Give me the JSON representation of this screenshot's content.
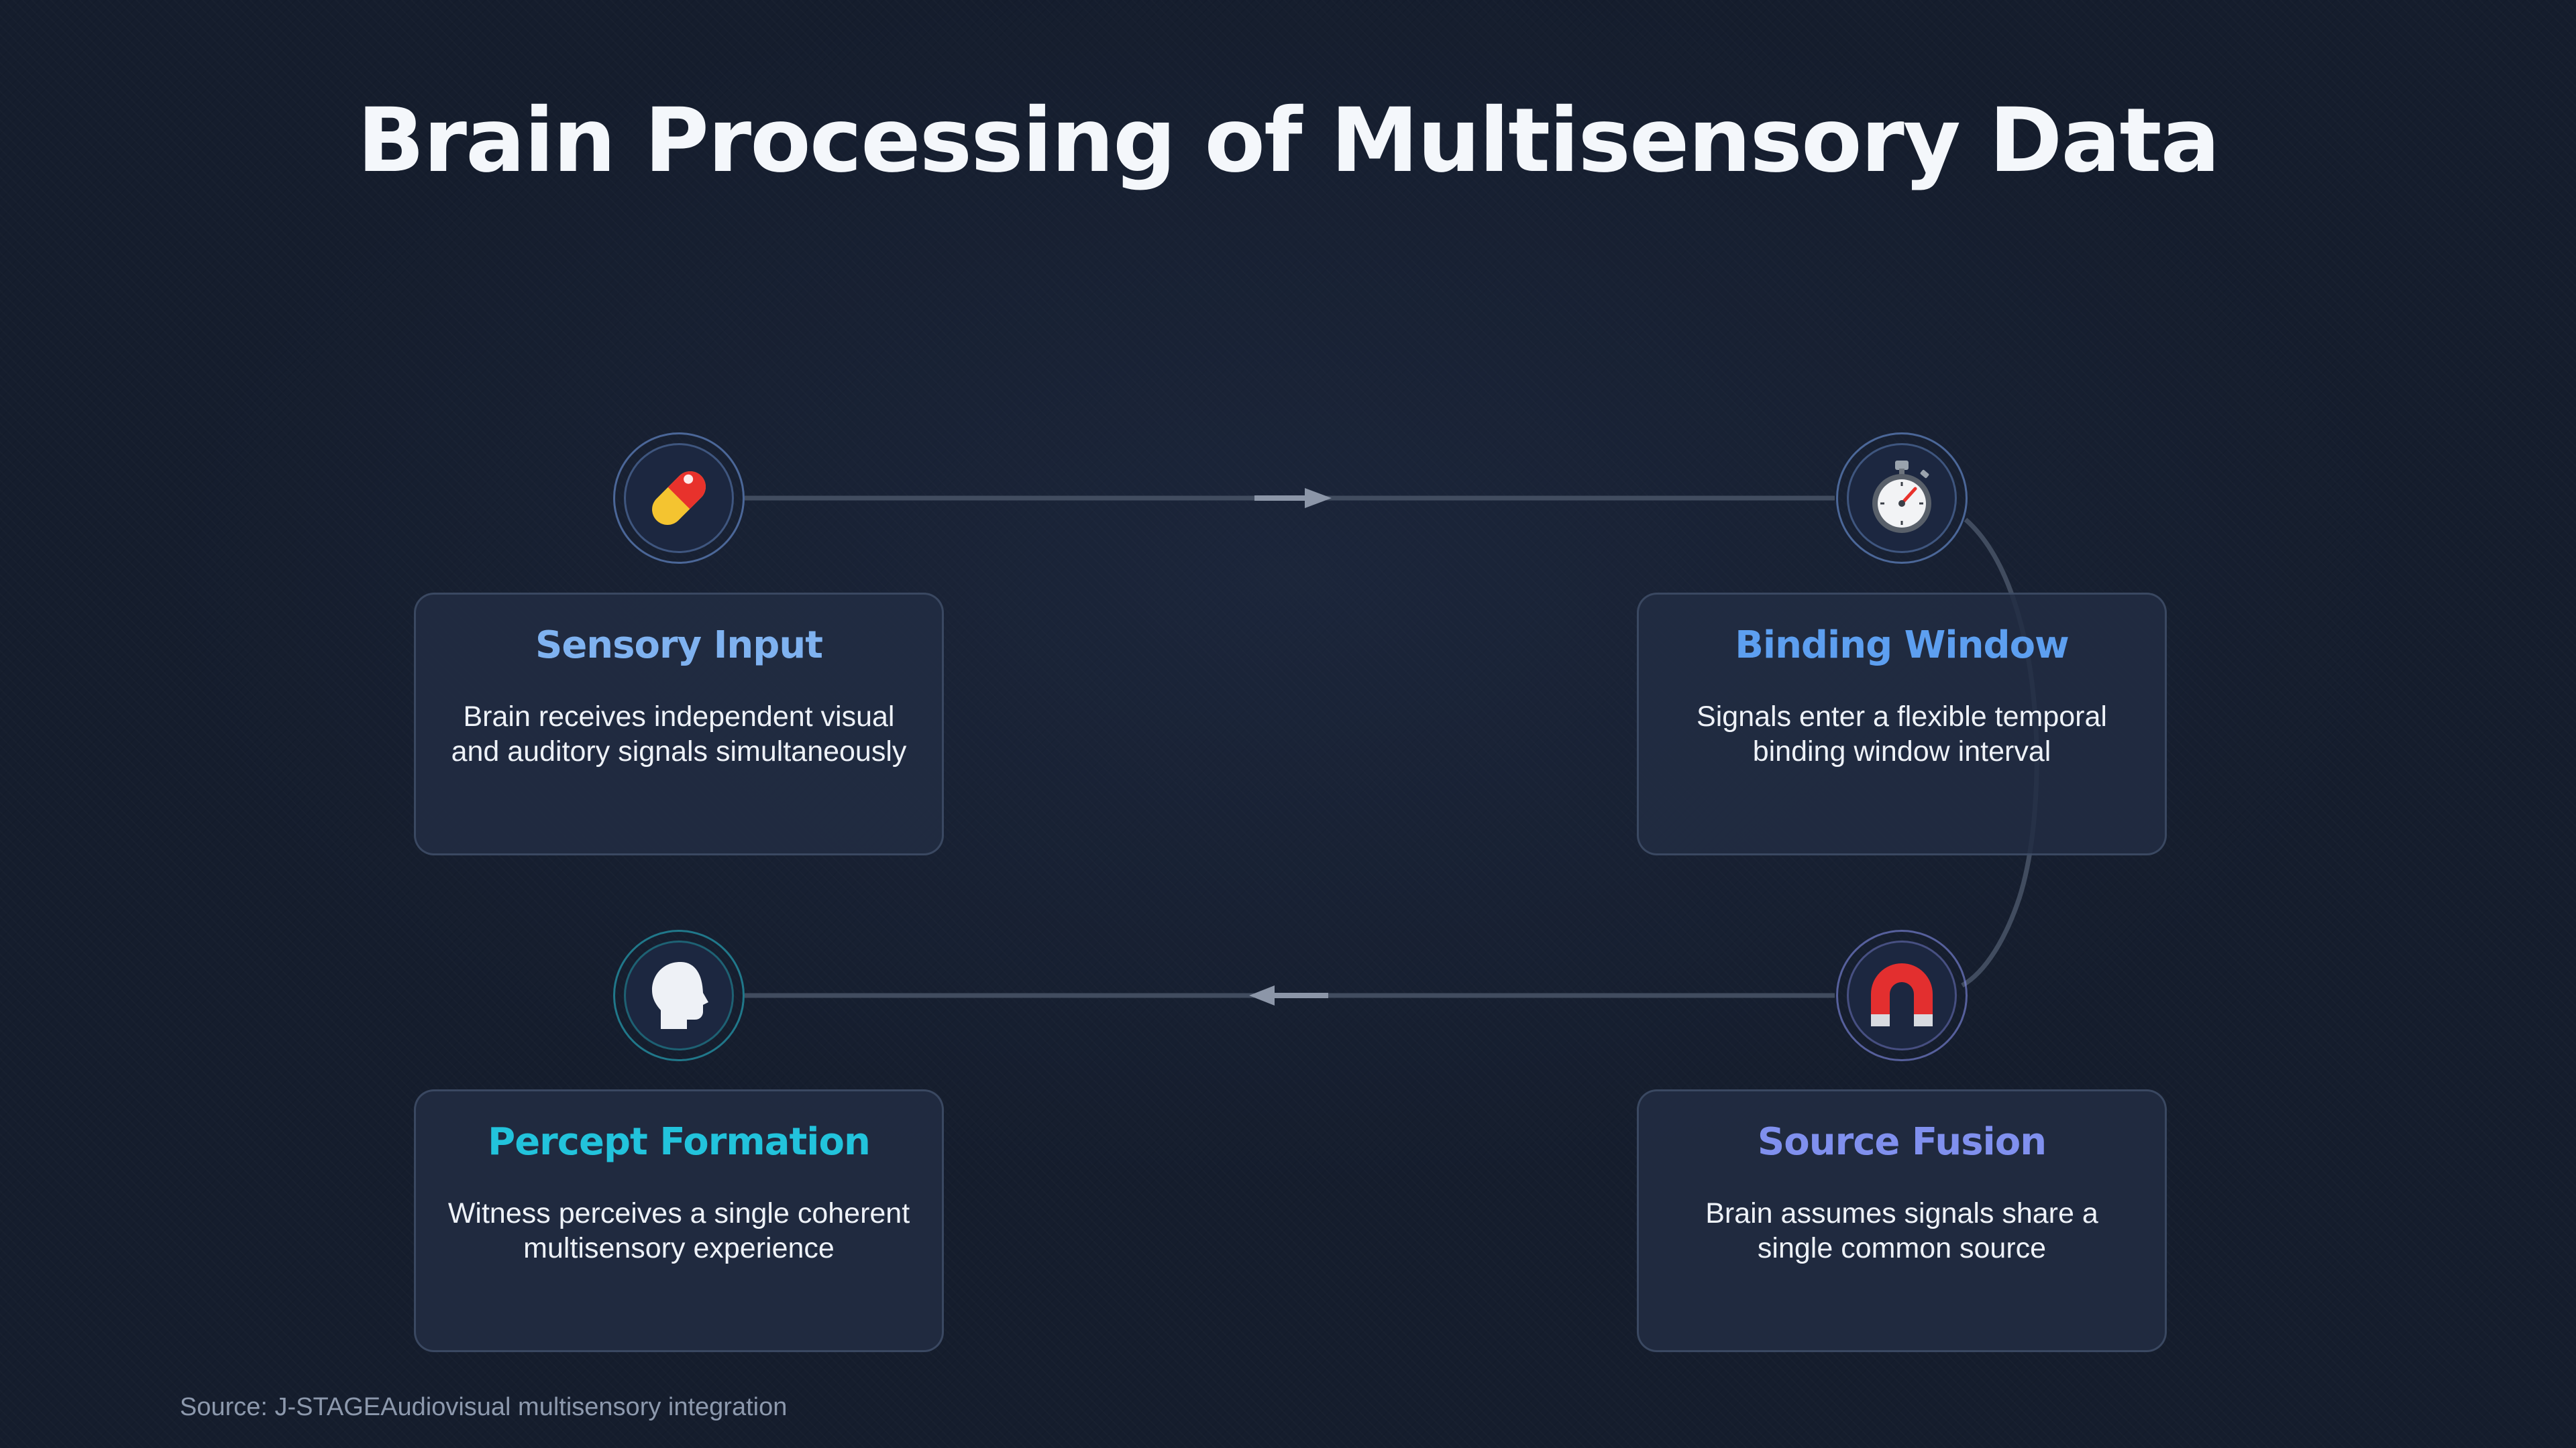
{
  "title": "Brain Processing of Multisensory Data",
  "steps": [
    {
      "title": "Sensory Input",
      "text": "Brain receives independent visual and auditory signals simultaneously",
      "icon": "pill-icon",
      "color": "#7fb2f0"
    },
    {
      "title": "Binding Window",
      "text": "Signals enter a flexible temporal binding window interval",
      "icon": "stopwatch-icon",
      "color": "#5d9ff0"
    },
    {
      "title": "Source Fusion",
      "text": "Brain assumes signals share a single common source",
      "icon": "magnet-icon",
      "color": "#8090ee"
    },
    {
      "title": "Percept Formation",
      "text": "Witness perceives a single coherent multisensory experience",
      "icon": "head-icon",
      "color": "#22c3dc"
    }
  ],
  "source": "Source: J-STAGEAudiovisual multisensory integration"
}
